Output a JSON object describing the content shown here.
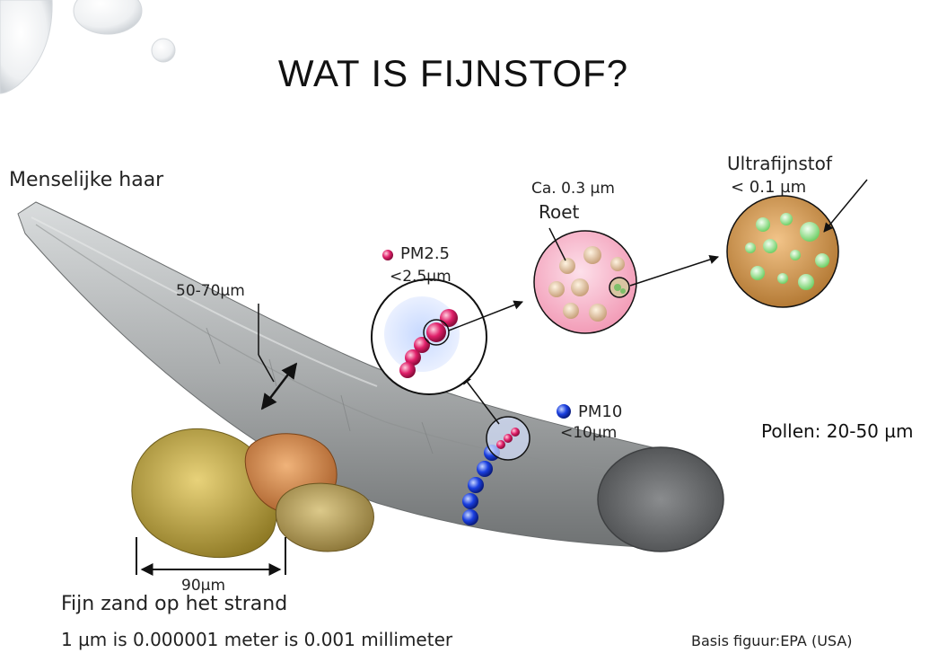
{
  "slide": {
    "title": "WAT IS FIJNSTOF?"
  },
  "diagram": {
    "hair_label": "Menselijke haar",
    "hair_width": "50-70µm",
    "pm25_name": "PM2.5",
    "pm25_size": "<2.5µm",
    "soot_size": "Ca. 0.3 µm",
    "soot_name": "Roet",
    "ultrafine_name": "Ultrafijnstof",
    "ultrafine_size": "< 0.1 µm",
    "pm10_name": "PM10",
    "pm10_size": "<10µm",
    "pollen": "Pollen: 20-50 µm",
    "sand_width": "90µm",
    "sand_label": "Fijn zand op het strand",
    "unit_note": "1 µm is 0.000001 meter is 0.001 millimeter",
    "source": "Basis figuur:EPA (USA)"
  },
  "colors": {
    "hair": "#a9acad",
    "pm25": "#e0206a",
    "pm10": "#1a3fe0",
    "soot_bg": "#f6b6c8",
    "ultrafine_bg": "#d9a35a",
    "ultrafine_dots": "#9be28f"
  }
}
